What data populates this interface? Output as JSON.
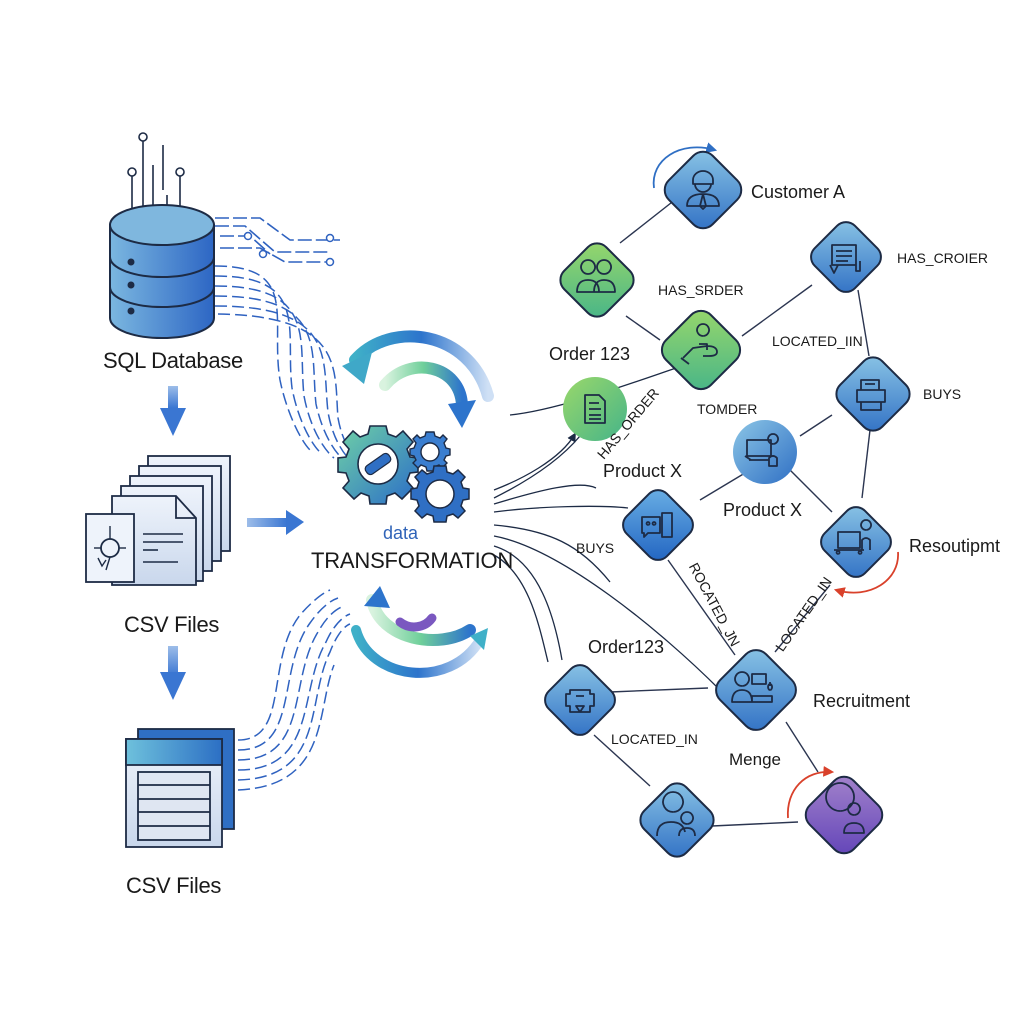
{
  "title": "Data Transformation to Knowledge Graph",
  "sources": [
    {
      "id": "sql",
      "label": "SQL Database",
      "icon": "database-icon"
    },
    {
      "id": "csv1",
      "label": "CSV Files",
      "icon": "document-stack-icon"
    },
    {
      "id": "csv2",
      "label": "CSV Files",
      "icon": "table-file-icon"
    }
  ],
  "hub": {
    "label_small": "data",
    "label_big": "TRANSFORMATION",
    "icon": "gears-icon"
  },
  "graph": {
    "nodes": [
      {
        "id": "customer",
        "label": "Customer A",
        "icon": "user-cap-icon",
        "shape": "diamond",
        "color": "blue"
      },
      {
        "id": "people",
        "label": "Order 123",
        "icon": "people-icon",
        "shape": "diamond",
        "color": "green"
      },
      {
        "id": "hand",
        "label": "",
        "icon": "hand-icon",
        "shape": "diamond",
        "color": "green"
      },
      {
        "id": "doc",
        "label": "",
        "icon": "document-icon",
        "shape": "circle",
        "color": "green"
      },
      {
        "id": "cart",
        "label": "",
        "icon": "invoice-icon",
        "shape": "diamond",
        "color": "blue"
      },
      {
        "id": "printer",
        "label": "",
        "icon": "printer-icon",
        "shape": "diamond",
        "color": "blue"
      },
      {
        "id": "monitor",
        "label": "Product X",
        "icon": "monitor-person-icon",
        "shape": "circle",
        "color": "blue"
      },
      {
        "id": "chat",
        "label": "Product X",
        "icon": "chat-icon",
        "shape": "diamond",
        "color": "deepblue"
      },
      {
        "id": "resource",
        "label": "Resoutipmt",
        "icon": "laptop-person-icon",
        "shape": "diamond",
        "color": "blue"
      },
      {
        "id": "recruit",
        "label": "Recruitment",
        "icon": "desk-person-icon",
        "shape": "diamond",
        "color": "blue"
      },
      {
        "id": "device",
        "label": "Order123",
        "icon": "device-icon",
        "shape": "diamond",
        "color": "blue"
      },
      {
        "id": "person",
        "label": "",
        "icon": "person-icon",
        "shape": "diamond",
        "color": "blue"
      },
      {
        "id": "purple",
        "label": "",
        "icon": "search-user-icon",
        "shape": "diamond",
        "color": "purple"
      }
    ],
    "edge_labels": [
      {
        "id": "has_srder",
        "text": "HAS_SRDER"
      },
      {
        "id": "has_croier",
        "text": "HAS_CROIER"
      },
      {
        "id": "located_iin",
        "text": "LOCATED_IIN"
      },
      {
        "id": "buys_top",
        "text": "BUYS"
      },
      {
        "id": "tomder",
        "text": "TOMDER"
      },
      {
        "id": "has_order",
        "text": "HAS_ORDER"
      },
      {
        "id": "buys_mid",
        "text": "BUYS"
      },
      {
        "id": "rocated_jn",
        "text": "ROCATED_JN"
      },
      {
        "id": "located_in_diag",
        "text": "LOCATED_IN"
      },
      {
        "id": "located_in_bottom",
        "text": "LOCATED_IN"
      },
      {
        "id": "menge",
        "text": "Menge"
      }
    ]
  },
  "colors": {
    "blue": "#4a90d0",
    "deepblue": "#2f72c8",
    "green": "#6cc87e",
    "purple": "#7f62c0",
    "arrow": "#4a7fd0",
    "red_arrow": "#d9412b",
    "stroke": "#1d2b45"
  }
}
